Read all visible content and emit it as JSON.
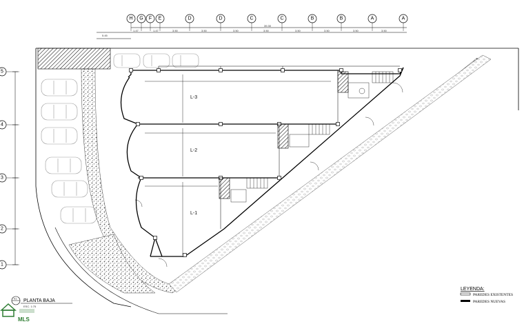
{
  "grid_columns": [
    "H",
    "G",
    "F",
    "E",
    "D",
    "D",
    "C",
    "C",
    "B",
    "B",
    "A",
    "A"
  ],
  "grid_rows": [
    "5",
    "4",
    "3",
    "2",
    "1"
  ],
  "units": [
    "L-3",
    "L-2",
    "L-1"
  ],
  "sheet": {
    "number": "01",
    "title": "PLANTA BAJA",
    "scale": "ESC. 1:75"
  },
  "legend": {
    "title": "LEYENDA:",
    "items": [
      "PAREDES EXISTENTES",
      "PAREDES NUEVAS"
    ]
  },
  "logo": {
    "name": "MLS"
  },
  "colors": {
    "line": "#000000",
    "paving": "#999999",
    "logo": "#2e7d32"
  }
}
